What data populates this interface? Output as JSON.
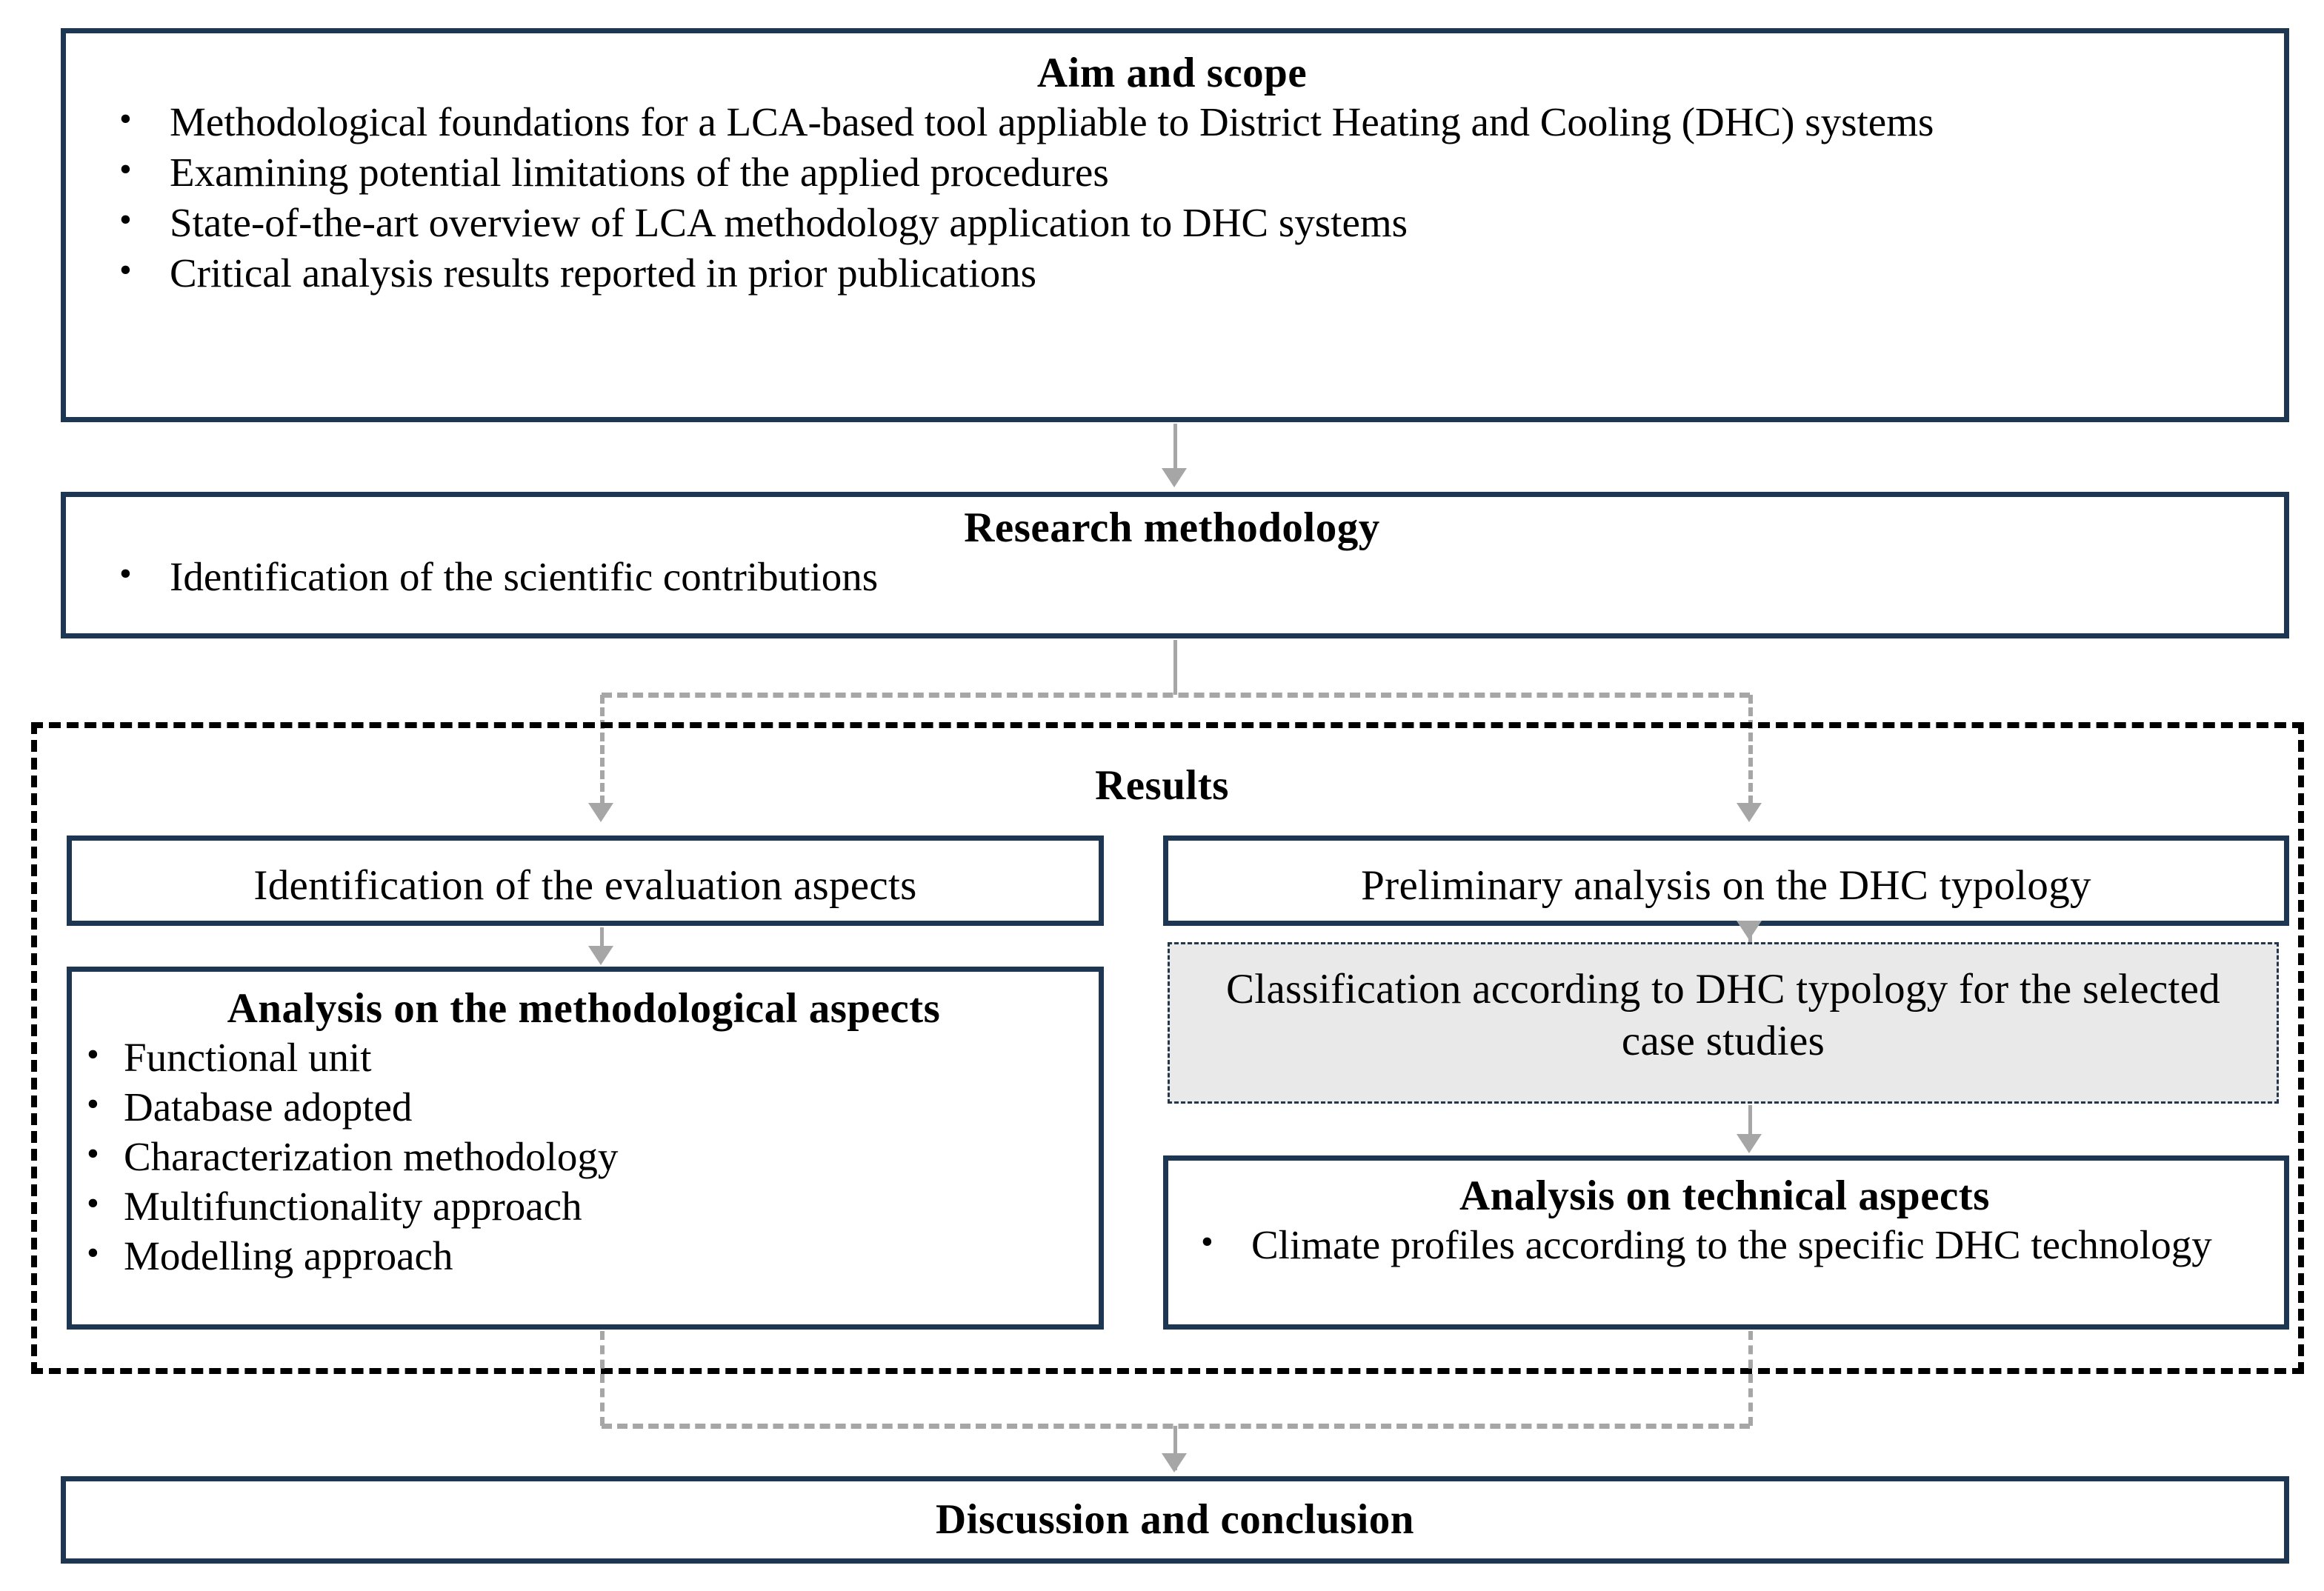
{
  "diagram": {
    "title": "Research framework flowchart",
    "colors": {
      "box_border": "#1d3651",
      "gray_fill": "#e9e9e9",
      "gray_border": "#25364a",
      "connector": "#a6a6a6",
      "region_border": "#000000",
      "text": "#000000"
    }
  },
  "aim": {
    "title": "Aim and scope",
    "bullets": [
      "Methodological foundations for a LCA-based tool appliable to District Heating and Cooling (DHC) systems",
      "Examining potential limitations of the applied procedures",
      "State-of-the-art overview of LCA methodology application to DHC systems",
      "Critical analysis results reported in prior publications"
    ]
  },
  "methodology": {
    "title": "Research methodology",
    "bullets": [
      "Identification of the scientific contributions"
    ]
  },
  "results": {
    "label": "Results",
    "evaluation_aspects": {
      "label": "Identification of the evaluation aspects"
    },
    "preliminary_analysis": {
      "label": "Preliminary analysis on the DHC typology"
    },
    "methodological_aspects": {
      "title": "Analysis on the methodological aspects",
      "bullets": [
        "Functional unit",
        "Database adopted",
        "Characterization methodology",
        "Multifunctionality approach",
        "Modelling approach"
      ]
    },
    "classification": {
      "label": "Classification according to DHC typology for the selected case studies"
    },
    "technical_aspects": {
      "title": "Analysis on technical aspects",
      "bullets": [
        "Climate profiles according to the specific DHC technology"
      ]
    }
  },
  "discussion": {
    "title": "Discussion and conclusion"
  }
}
